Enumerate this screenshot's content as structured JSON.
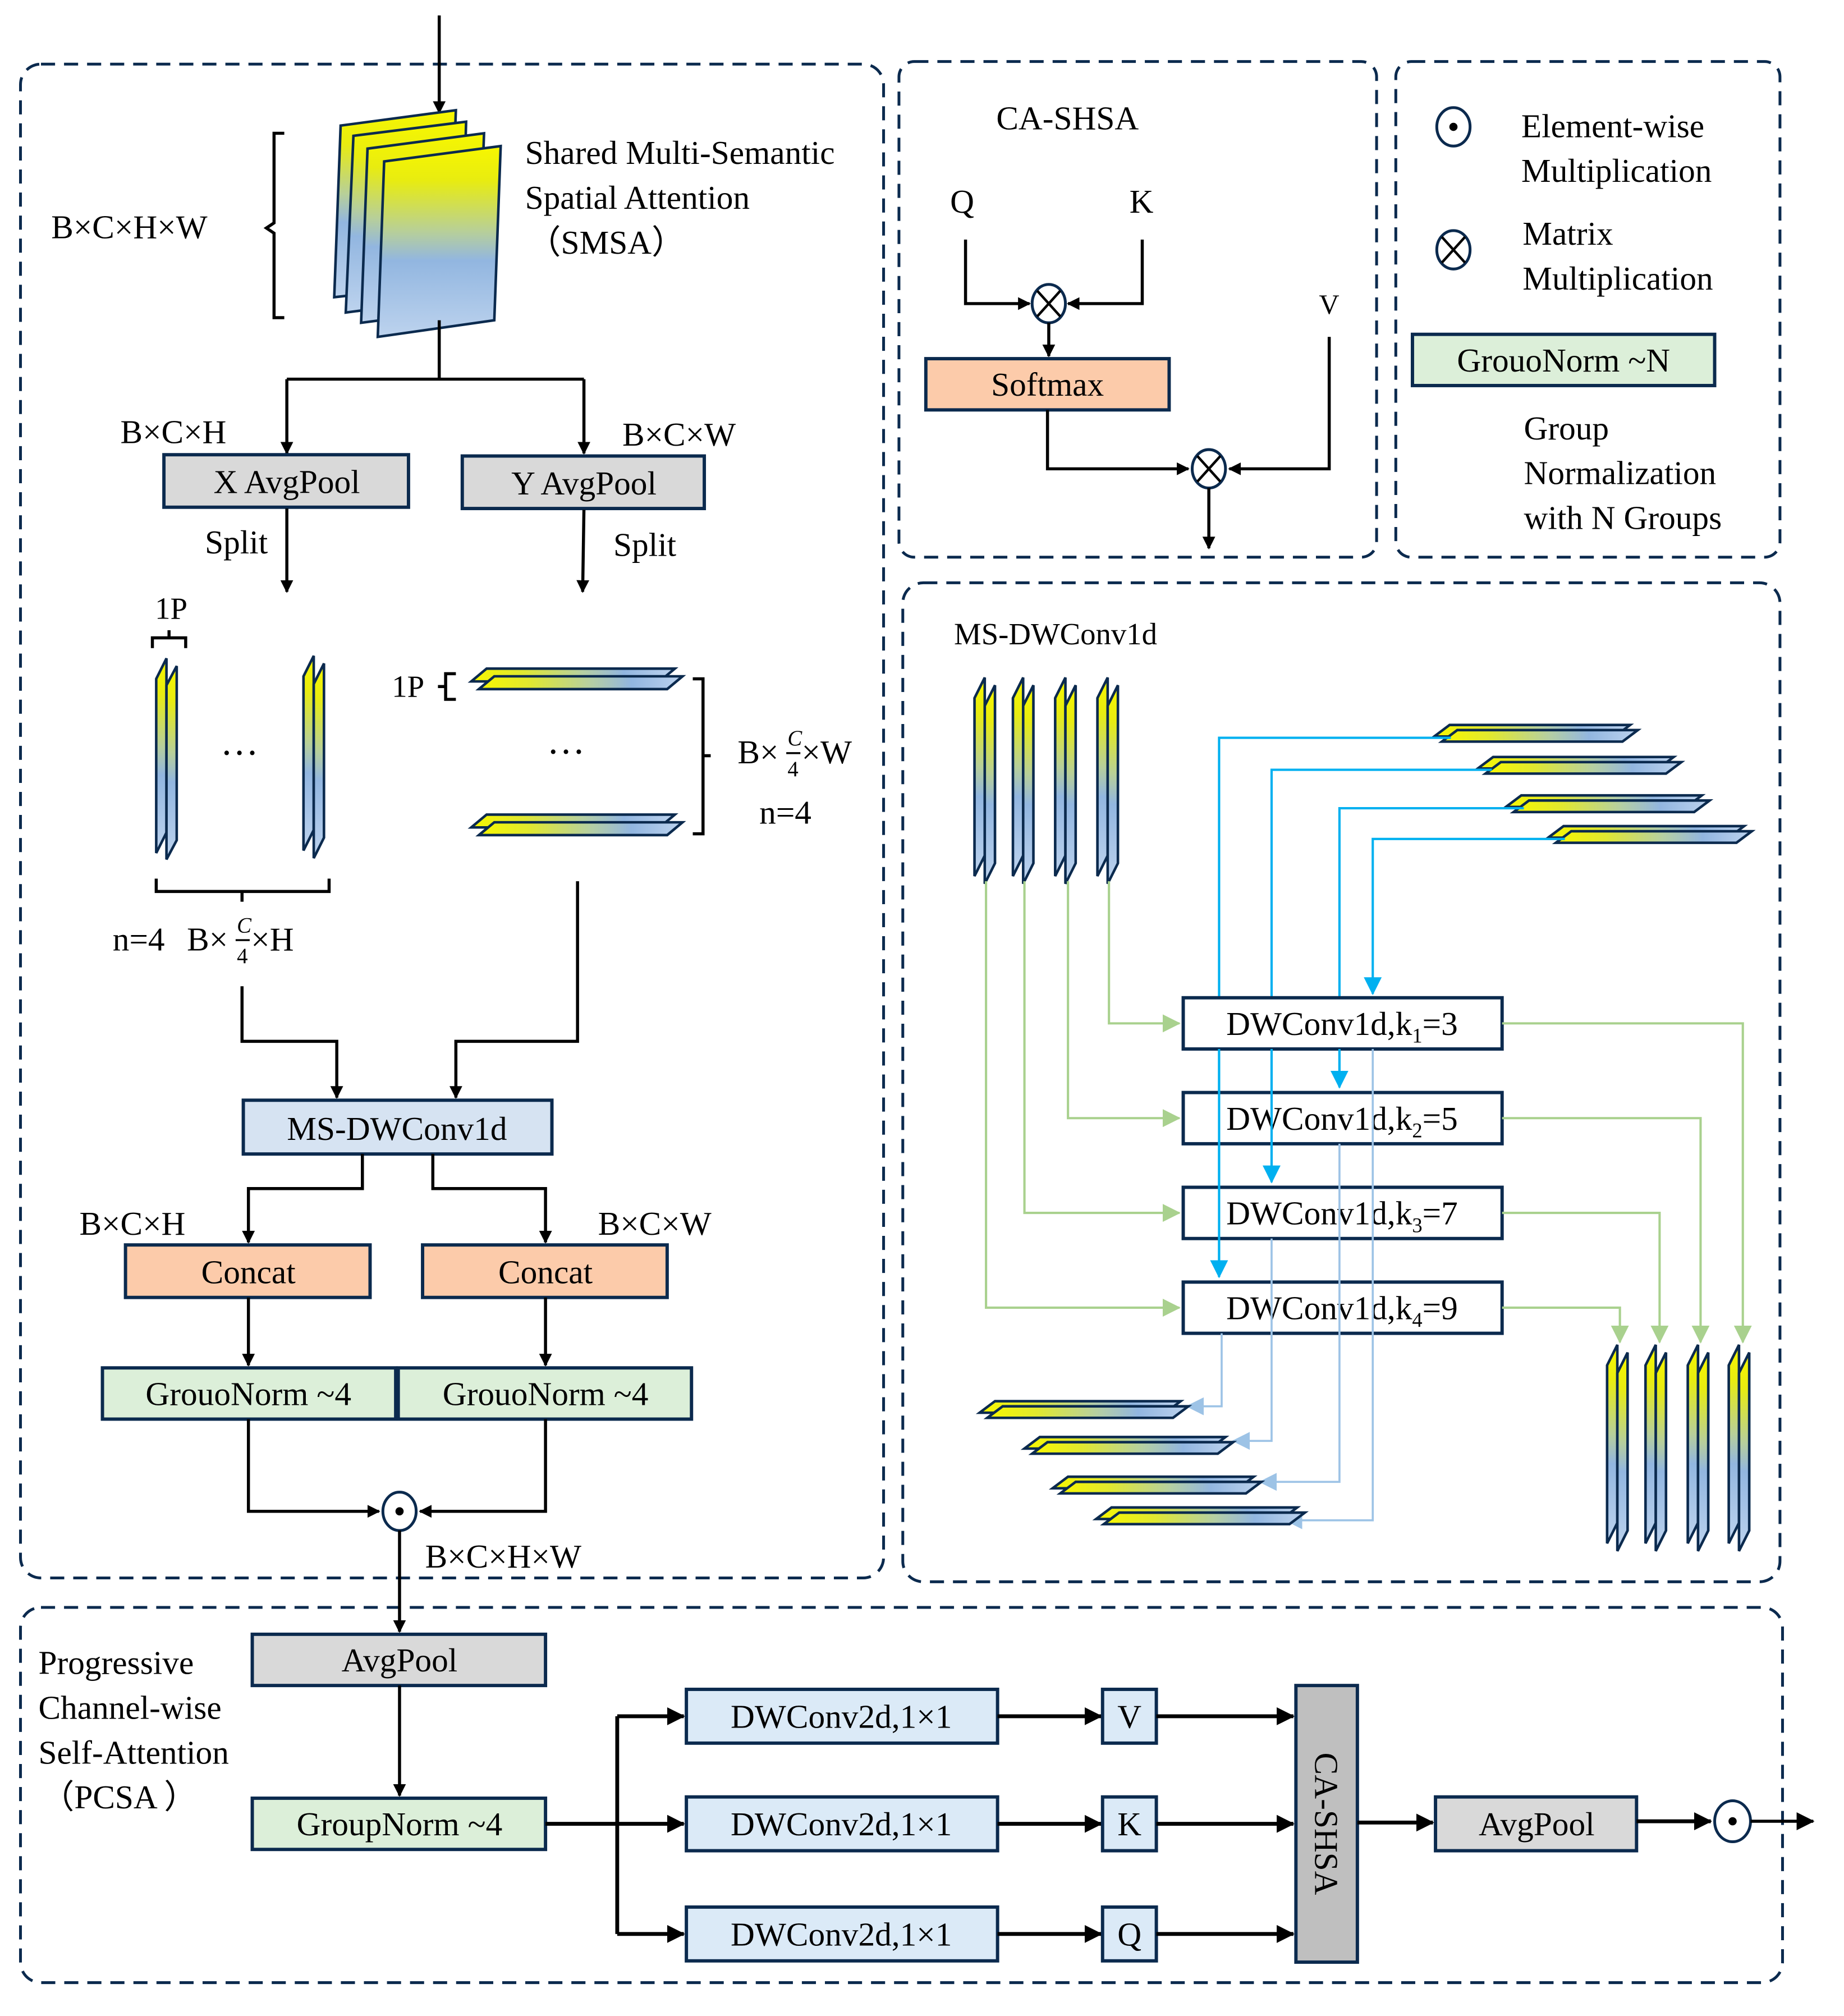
{
  "colors": {
    "border": "#0b2a4e",
    "gray_fill": "#d9d9d9",
    "cashsa_fill": "#bfbfbf",
    "blue_fill": "#d6e3f2",
    "conv2d_fill": "#dbeaf7",
    "orange_fill": "#fccbaa",
    "green_fill": "#dcefd9",
    "arrow_cyan": "#00b0f0",
    "arrow_lightblue": "#9dc3e6",
    "arrow_green": "#a9d18e",
    "feature_yellow": "#f5f500",
    "feature_blue": "#9dbde3"
  },
  "smsa": {
    "dim_input": "B×C×H×W",
    "title_line1": "Shared Multi-Semantic",
    "title_line2": "Spatial Attention",
    "title_line3": "（SMSA）",
    "dim_h": "B×C×H",
    "dim_w": "B×C×W",
    "x_pool": "X AvgPool",
    "y_pool": "Y AvgPool",
    "split_left": "Split",
    "split_right": "Split",
    "one_p_left": "1P",
    "one_p_right": "1P",
    "ellipsis_left": "···",
    "ellipsis_right": "···",
    "n_left": "n=4",
    "dim_left_prefix": "B×",
    "dim_left_frac_num": "C",
    "dim_left_frac_den": "4",
    "dim_left_suffix": "×H",
    "dim_right_prefix": "B×",
    "dim_right_frac_num": "C",
    "dim_right_frac_den": "4",
    "dim_right_suffix": "×W",
    "n_right": "n=4",
    "ms_dwconv": "MS-DWConv1d",
    "concat_dim_h": "B×C×H",
    "concat_dim_w": "B×C×W",
    "concat_left": "Concat",
    "concat_right": "Concat",
    "gn_left": "GrouoNorm ~4",
    "gn_right": "GrouoNorm ~4",
    "output_dim": "B×C×H×W"
  },
  "cashsa": {
    "title": "CA-SHSA",
    "q": "Q",
    "k": "K",
    "v": "V",
    "softmax": "Softmax"
  },
  "legend": {
    "elementwise_line1": "Element-wise",
    "elementwise_line2": "Multiplication",
    "matrix_line1": "Matrix",
    "matrix_line2": "Multiplication",
    "gn_box": "GrouoNorm ~N",
    "gn_desc_line1": "Group",
    "gn_desc_line2": "Normalization",
    "gn_desc_line3": "with N Groups"
  },
  "msdw": {
    "title": "MS-DWConv1d",
    "convs": [
      {
        "base": "DWConv1d,k",
        "sub": "1",
        "val": "=3"
      },
      {
        "base": "DWConv1d,k",
        "sub": "2",
        "val": "=5"
      },
      {
        "base": "DWConv1d,k",
        "sub": "3",
        "val": "=7"
      },
      {
        "base": "DWConv1d,k",
        "sub": "4",
        "val": "=9"
      }
    ]
  },
  "pcsa": {
    "title_line1": "Progressive",
    "title_line2": "Channel-wise",
    "title_line3": "Self-Attention",
    "title_line4": "（PCSA ）",
    "avgpool": "AvgPool",
    "groupnorm": "GroupNorm ~4",
    "conv_v": "DWConv2d,1×1",
    "conv_k": "DWConv2d,1×1",
    "conv_q": "DWConv2d,1×1",
    "v": "V",
    "k": "K",
    "q": "Q",
    "cashsa": "CA-SHSA",
    "avgpool_out": "AvgPool"
  }
}
